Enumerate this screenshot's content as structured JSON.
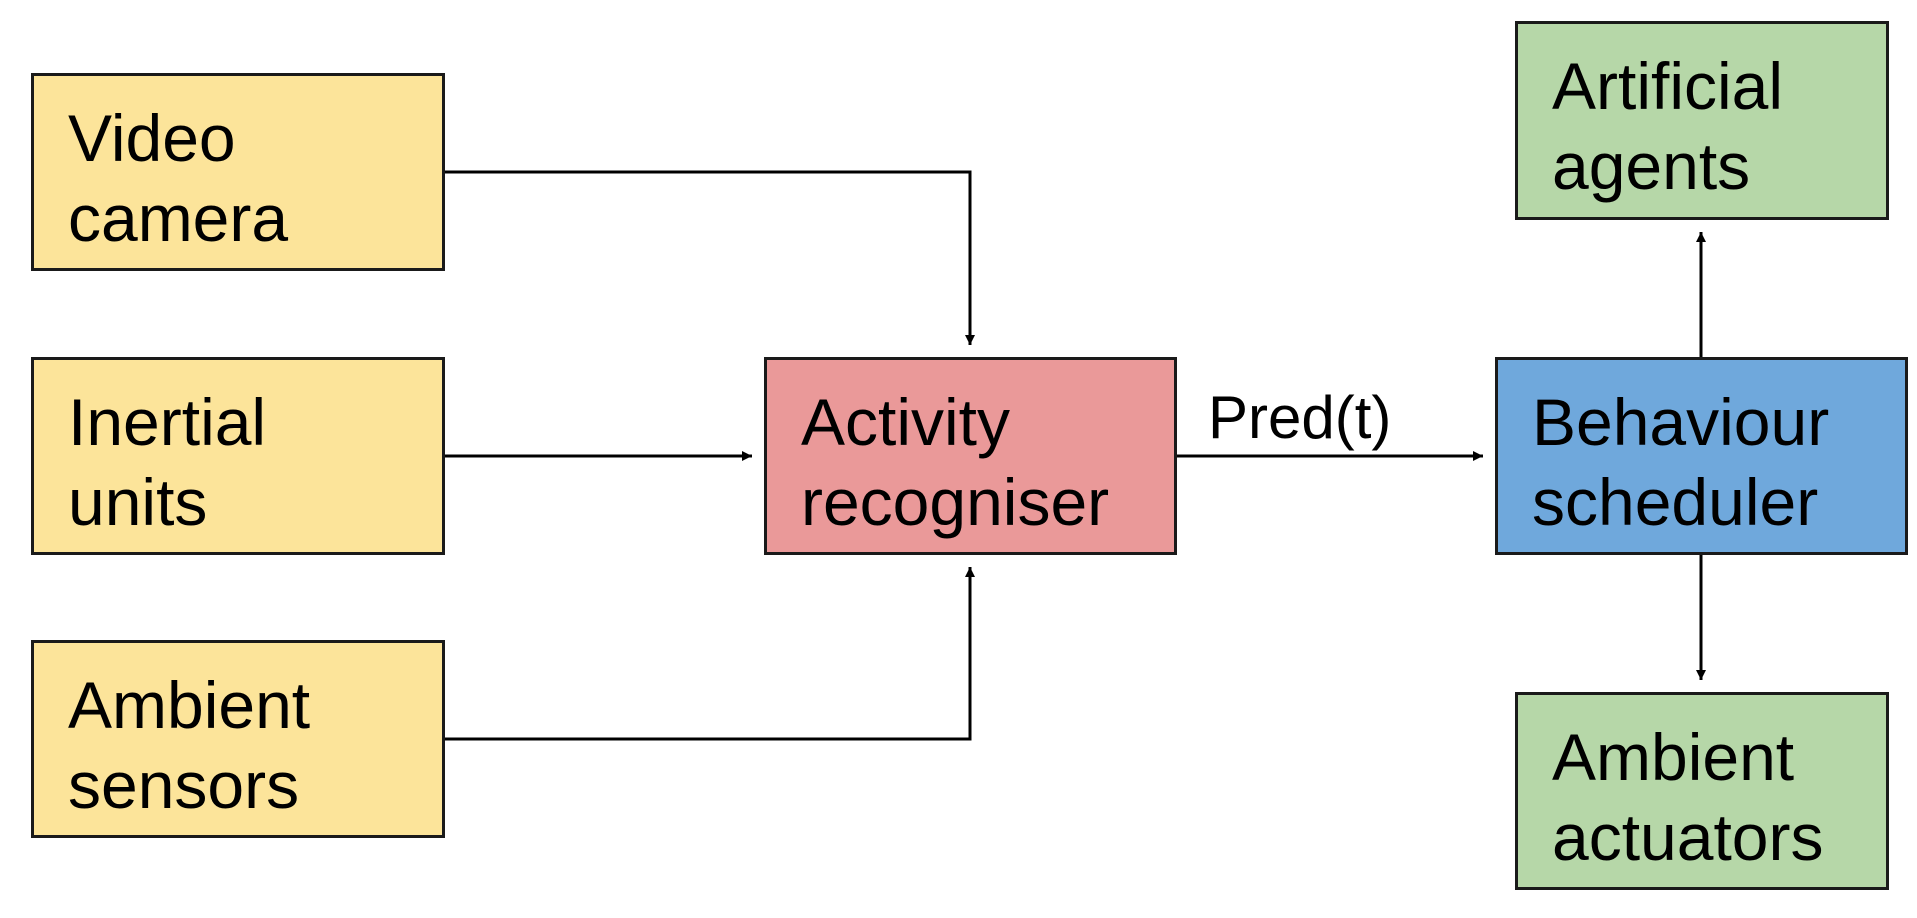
{
  "colors": {
    "sensor_fill": "#fce49a",
    "recogniser_fill": "#ea9999",
    "scheduler_fill": "#6fa8dc",
    "output_fill": "#b6d7a8",
    "stroke": "#000000"
  },
  "nodes": {
    "video_camera": {
      "line1": "Video",
      "line2": "camera"
    },
    "inertial_units": {
      "line1": "Inertial",
      "line2": "units"
    },
    "ambient_sensors": {
      "line1": "Ambient",
      "line2": "sensors"
    },
    "activity_recogniser": {
      "line1": "Activity",
      "line2": "recogniser"
    },
    "behaviour_scheduler": {
      "line1": "Behaviour",
      "line2": "scheduler"
    },
    "artificial_agents": {
      "line1": "Artificial",
      "line2": "agents"
    },
    "ambient_actuators": {
      "line1": "Ambient",
      "line2": "actuators"
    }
  },
  "edges": [
    {
      "from": "video_camera",
      "to": "activity_recogniser",
      "label": ""
    },
    {
      "from": "inertial_units",
      "to": "activity_recogniser",
      "label": ""
    },
    {
      "from": "ambient_sensors",
      "to": "activity_recogniser",
      "label": ""
    },
    {
      "from": "activity_recogniser",
      "to": "behaviour_scheduler",
      "label": "Pred(t)"
    },
    {
      "from": "behaviour_scheduler",
      "to": "artificial_agents",
      "label": ""
    },
    {
      "from": "behaviour_scheduler",
      "to": "ambient_actuators",
      "label": ""
    }
  ]
}
